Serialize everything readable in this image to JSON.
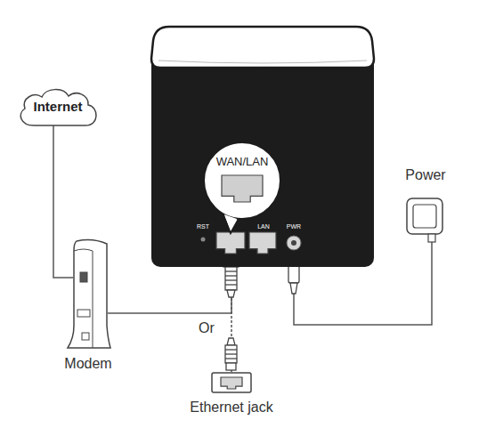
{
  "diagram": {
    "nodes": [
      {
        "text": [
          "Internet"
        ]
      },
      {
        "text": [
          "RST",
          "LAN",
          "PWR"
        ]
      },
      {
        "text": [
          "WAN/LAN"
        ],
        "in": 1
      },
      {
        "text": [
          "Modem"
        ]
      },
      {
        "text": [
          "Power"
        ]
      },
      {
        "text": [
          "Ethernet jack"
        ]
      }
    ],
    "edges": [
      {
        "from": 0,
        "to": 3,
        "arrow": "none"
      },
      {
        "from": 3,
        "to": 1,
        "arrow": "none"
      },
      {
        "from": 1,
        "to": 5,
        "arrow": "none"
      },
      {
        "from": 1,
        "to": 4,
        "arrow": "none"
      }
    ],
    "labels": [
      "Or"
    ]
  }
}
